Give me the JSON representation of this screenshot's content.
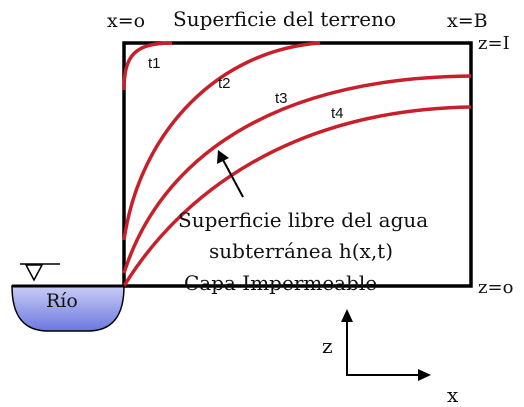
{
  "labels": {
    "surface": "Superficie del terreno",
    "x0": "x=o",
    "xB": "x=B",
    "zI": "z=I",
    "z0": "z=o",
    "impermeable": "Capa Impermeable",
    "river": "Río",
    "free_surface_line1": "Superficie libre del agua",
    "free_surface_line2": "subterránea h(x,t)",
    "axis_z": "z",
    "axis_x": "x"
  },
  "curves": [
    {
      "label": "t1"
    },
    {
      "label": "t2"
    },
    {
      "label": "t3"
    },
    {
      "label": "t4"
    }
  ],
  "colors": {
    "curve": "#c8202a",
    "water_top": "#c9cdf5",
    "water_bottom": "#6c78e0",
    "outline": "#000000"
  }
}
